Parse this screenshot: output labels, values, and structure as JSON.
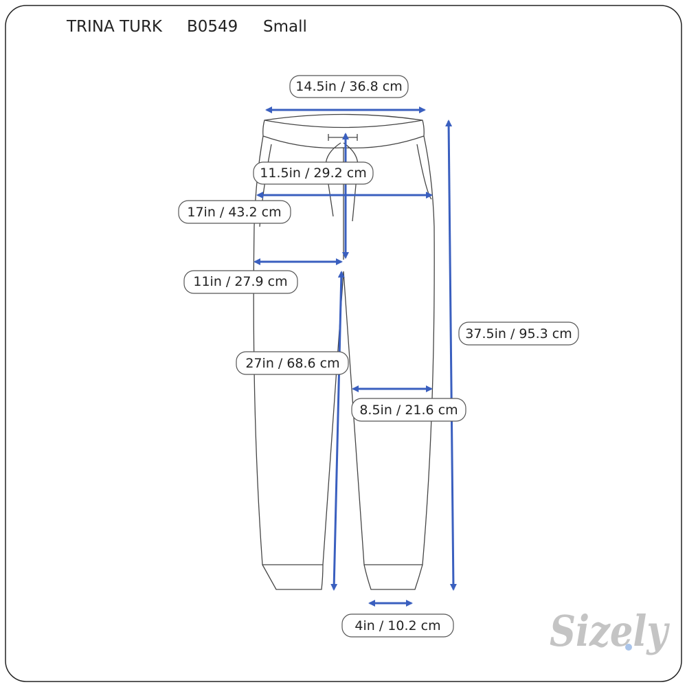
{
  "header": {
    "brand": "TRINA TURK",
    "item_code": "B0549",
    "size": "Small"
  },
  "measurements": {
    "waist": "14.5in / 36.8 cm",
    "rise": "11.5in / 29.2 cm",
    "hip": "17in / 43.2 cm",
    "thigh": "11in / 27.9 cm",
    "length": "37.5in / 95.3 cm",
    "inseam": "27in / 68.6 cm",
    "knee": "8.5in / 21.6 cm",
    "leg_opening": "4in / 10.2 cm"
  },
  "logo": "Sizely",
  "colors": {
    "arrow": "#3a5fbf",
    "logo": "#c4c4c4",
    "logo_dot": "#a9c4ea"
  }
}
